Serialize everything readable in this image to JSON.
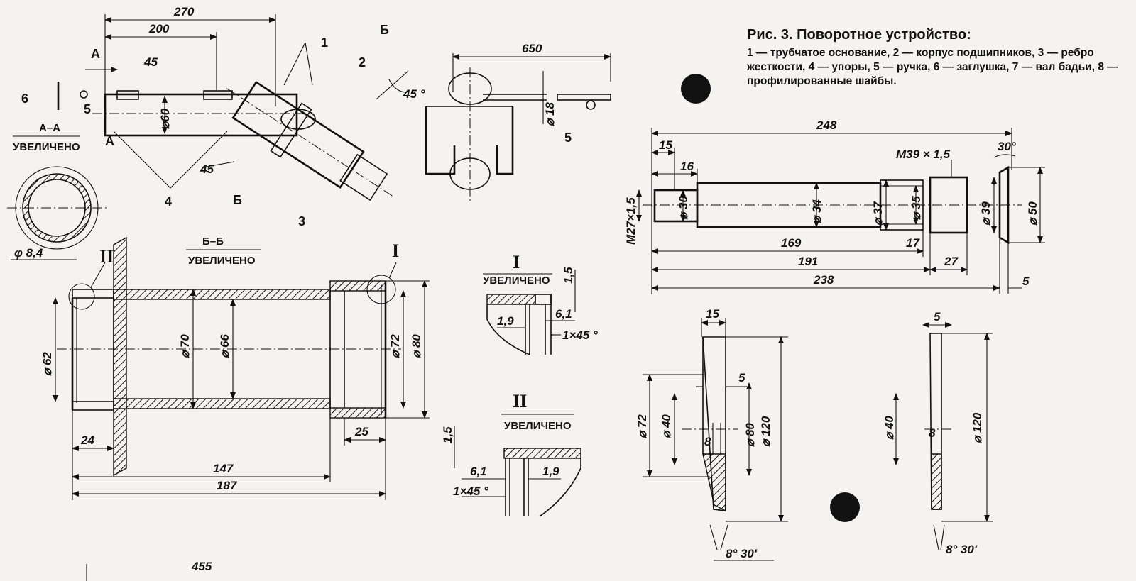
{
  "caption": {
    "title": "Рис. 3. Поворотное устройство:",
    "body": "1 — трубчатое основание, 2 — корпус подшипников, 3 — ребро жесткости, 4 — упоры, 5 — ручка, 6 — заглушка, 7 — вал бадьи, 8 — профилированные шайбы."
  },
  "assembly": {
    "dims": [
      "270",
      "200",
      "45",
      "45",
      "⌀60",
      "45 °"
    ],
    "labels": [
      "1",
      "2",
      "3",
      "4",
      "5",
      "6",
      "А",
      "А",
      "Б",
      "Б"
    ]
  },
  "section_aa": {
    "title_top": "А–А",
    "title_bottom": "УВЕЛИЧЕНО",
    "dim": "φ 8,4"
  },
  "handle": {
    "dims": [
      "650",
      "⌀ 18"
    ],
    "label": "5"
  },
  "section_bb": {
    "title_top": "Б–Б",
    "title_bottom": "УВЕЛИЧЕНО",
    "dims": [
      "⌀ 62",
      "⌀ 70",
      "⌀ 66",
      "⌀ 72",
      "⌀ 80",
      "24",
      "25",
      "147",
      "187"
    ],
    "callouts": [
      "I",
      "II"
    ]
  },
  "detail_1": {
    "title_top": "I",
    "title_bottom": "УВЕЛИЧЕНО",
    "dims": [
      "1,5",
      "1,9",
      "6,1",
      "1×45 °"
    ]
  },
  "detail_2": {
    "title_top": "II",
    "title_bottom": "УВЕЛИЧЕНО",
    "dims": [
      "1,5",
      "6,1",
      "1,9",
      "1×45 °"
    ]
  },
  "shaft": {
    "dims": [
      "248",
      "15",
      "16",
      "М39 × 1,5",
      "30°",
      "М27×1,5",
      "⌀ 30",
      "⌀ 34",
      "⌀ 37",
      "⌀ 35",
      "⌀ 39",
      "⌀ 50",
      "169",
      "17",
      "191",
      "27",
      "238",
      "5"
    ]
  },
  "washer_1": {
    "dims": [
      "15",
      "5",
      "⌀ 72",
      "⌀ 40",
      "8",
      "⌀ 80",
      "⌀ 120",
      "8° 30′"
    ]
  },
  "washer_2": {
    "dims": [
      "5",
      "⌀ 40",
      "8",
      "⌀ 120",
      "8° 30′"
    ]
  },
  "bottom": {
    "dim": "455"
  }
}
